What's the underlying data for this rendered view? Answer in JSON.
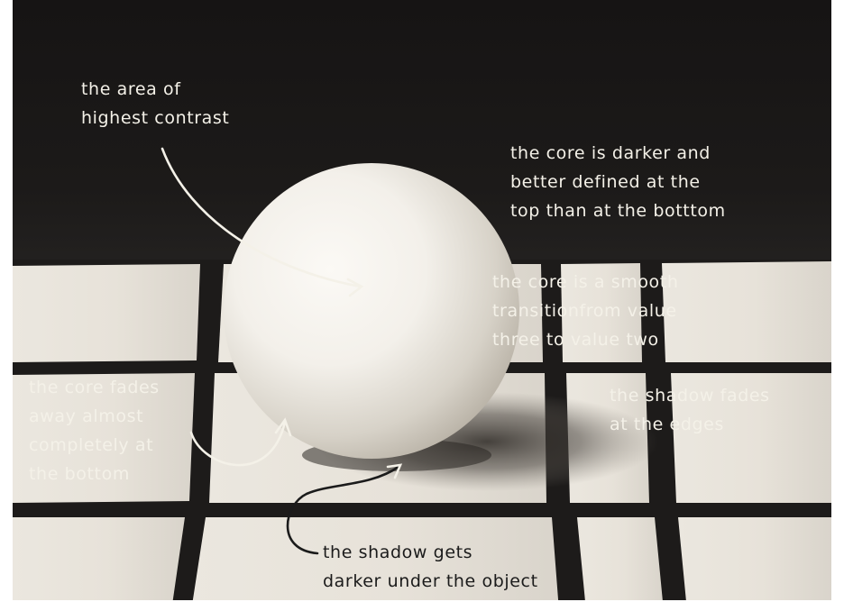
{
  "annotations": {
    "highest_contrast": [
      "the area of",
      "highest contrast"
    ],
    "core_darker": [
      "the core is darker and",
      "better defined at the",
      "top than at the botttom"
    ],
    "core_smooth": [
      "the core is a smooth",
      "transitionfrom value",
      "three to value two"
    ],
    "core_fades": [
      "the core fades",
      "away almost",
      "completely at",
      "the bottom"
    ],
    "shadow_fades": [
      "the shadow fades",
      "at the edges"
    ],
    "shadow_darker": [
      "the shadow gets",
      "darker under the object"
    ]
  }
}
